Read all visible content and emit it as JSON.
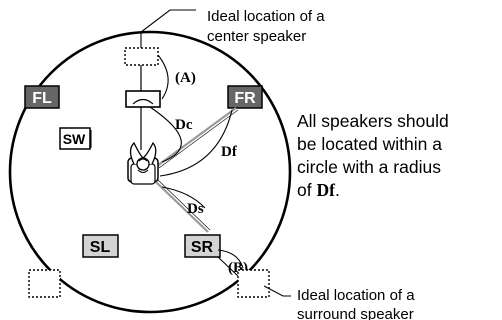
{
  "callouts": {
    "center_line1": "Ideal location of a",
    "center_line2": "center speaker",
    "surround_line1": "Ideal location of a",
    "surround_line2": "surround speaker"
  },
  "speakers": {
    "fl": "FL",
    "fr": "FR",
    "sw": "SW",
    "sl": "SL",
    "sr": "SR"
  },
  "distances": {
    "a": "(A)",
    "b": "(B)",
    "dc": "Dc",
    "df": "Df",
    "ds": "Ds"
  },
  "note": {
    "line1": "All speakers should",
    "line2": "be located within a",
    "line3": "circle with a radius",
    "line4_prefix": "of ",
    "line4_df": "Df",
    "line4_suffix": "."
  },
  "colors": {
    "dark_speaker": "#666666",
    "light_speaker": "#d3d3d3",
    "line": "#000000"
  }
}
